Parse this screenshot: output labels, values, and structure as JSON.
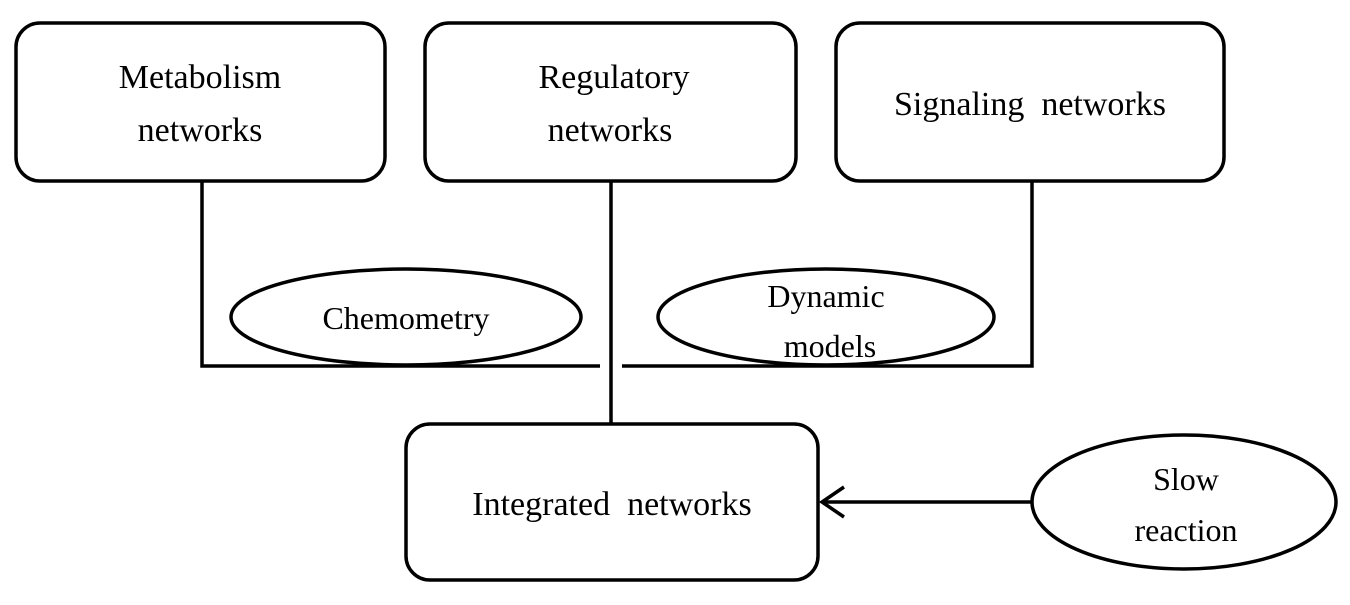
{
  "diagram": {
    "nodes": {
      "metabolism": {
        "line1": "Metabolism",
        "line2": "networks"
      },
      "regulatory": {
        "line1": "Regulatory",
        "line2": "networks"
      },
      "signaling": {
        "label": "Signaling  networks"
      },
      "integrated": {
        "label": "Integrated  networks"
      }
    },
    "ellipses": {
      "chemometry": {
        "label": "Chemometry"
      },
      "dynamic": {
        "line1": "Dynamic",
        "line2": "models"
      },
      "slow": {
        "line1": "Slow",
        "line2": "reaction"
      }
    },
    "colors": {
      "stroke": "#000000",
      "fill": "#ffffff"
    }
  }
}
